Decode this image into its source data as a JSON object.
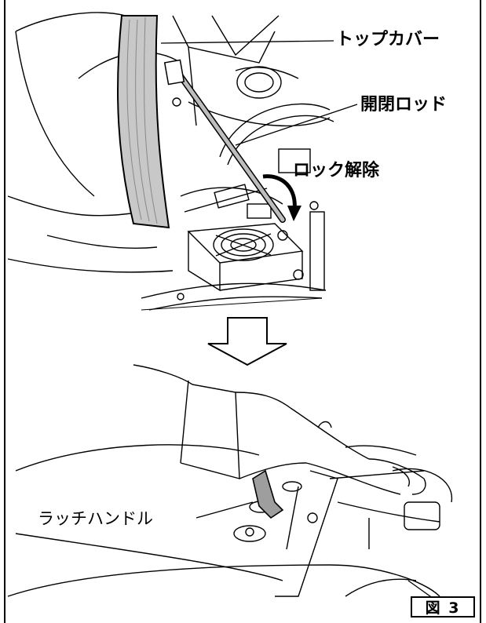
{
  "labels": {
    "top_cover": "トップカバー",
    "rod": "開閉ロッド",
    "unlock": "ロック解除",
    "latch_handle": "ラッチハンドル"
  },
  "figure_label": "図 3",
  "colors": {
    "line": "#000000",
    "cover_fill": "#c8c8c8"
  }
}
